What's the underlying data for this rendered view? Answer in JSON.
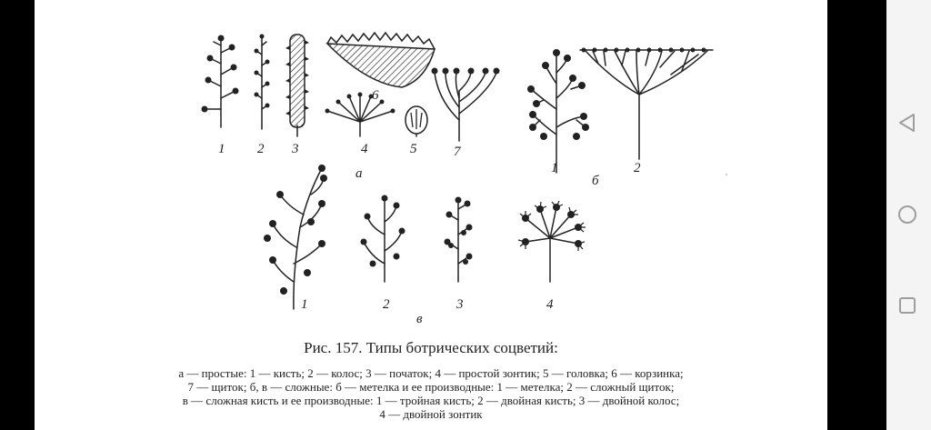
{
  "figure": {
    "caption_title": "Рис. 157. Типы ботрических соцветий:",
    "caption_lines": [
      "а — простые: 1 — кисть; 2 — колос; 3 — початок; 4 — простой зонтик; 5 — головка; 6 — корзинка;",
      "7 — щиток; б, в — сложные: б — метелка и ее производные: 1 — метелка; 2 — сложный щиток;",
      "в — сложная кисть и ее производные: 1 — тройная кисть; 2 — двойная кисть; 3 — двойной колос;",
      "4 — двойной зонтик"
    ],
    "group_a": {
      "letter": "а",
      "labels": [
        "1",
        "2",
        "3",
        "4",
        "5",
        "6",
        "7"
      ]
    },
    "group_b": {
      "letter": "б",
      "labels": [
        "1",
        "2"
      ]
    },
    "group_v": {
      "letter": "в",
      "labels": [
        "1",
        "2",
        "3",
        "4"
      ]
    }
  },
  "navigation": {
    "back_icon": "triangle-back-icon",
    "home_icon": "circle-home-icon",
    "recents_icon": "square-recents-icon",
    "icon_color": "#9e9e9e"
  }
}
